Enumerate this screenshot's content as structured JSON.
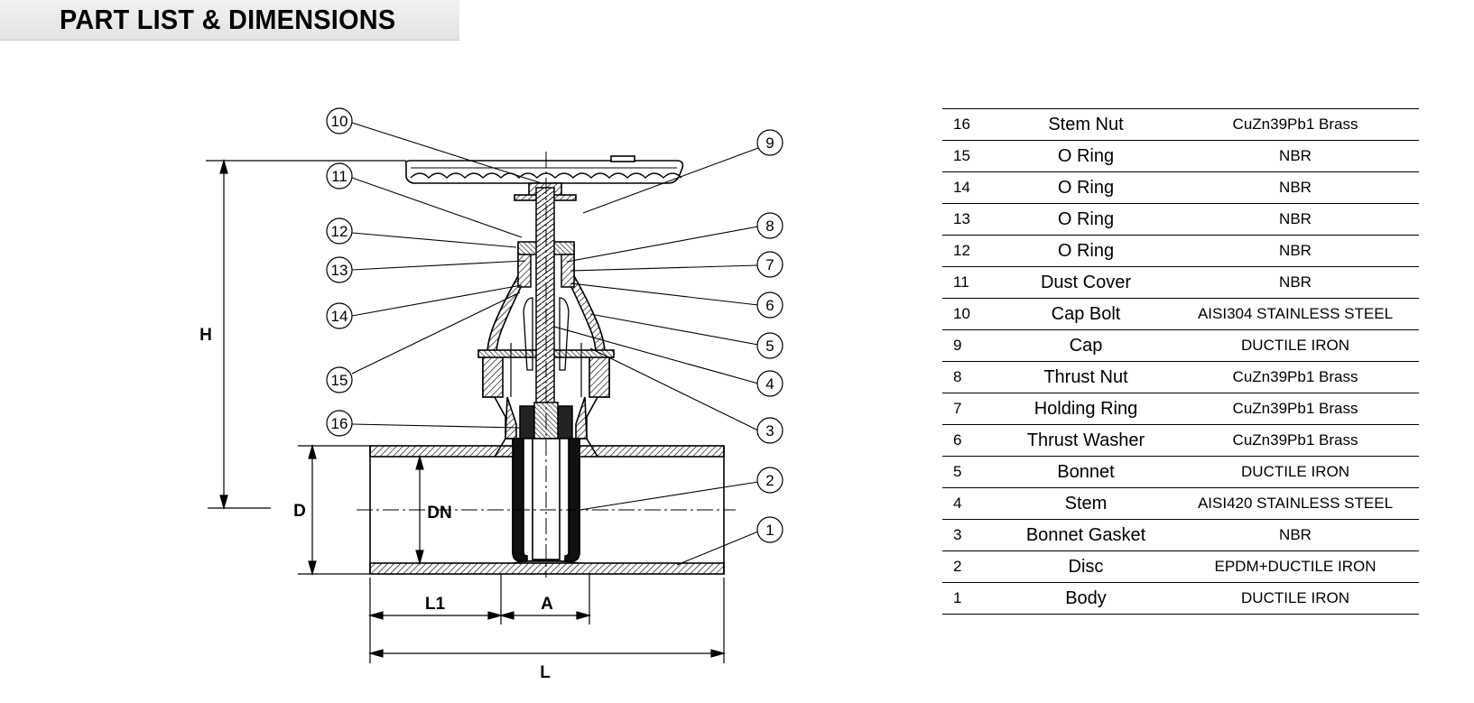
{
  "header": {
    "title": "PART LIST & DIMENSIONS"
  },
  "drawing": {
    "dimensions": {
      "H": "H",
      "D": "D",
      "DN": "DN",
      "L1": "L1",
      "A": "A",
      "L": "L"
    },
    "callouts": [
      {
        "id": "callout-10",
        "label": "10"
      },
      {
        "id": "callout-11",
        "label": "11"
      },
      {
        "id": "callout-12",
        "label": "12"
      },
      {
        "id": "callout-13",
        "label": "13"
      },
      {
        "id": "callout-14",
        "label": "14"
      },
      {
        "id": "callout-15",
        "label": "15"
      },
      {
        "id": "callout-16",
        "label": "16"
      },
      {
        "id": "callout-9",
        "label": "9"
      },
      {
        "id": "callout-8",
        "label": "8"
      },
      {
        "id": "callout-7",
        "label": "7"
      },
      {
        "id": "callout-6",
        "label": "6"
      },
      {
        "id": "callout-5",
        "label": "5"
      },
      {
        "id": "callout-4",
        "label": "4"
      },
      {
        "id": "callout-3",
        "label": "3"
      },
      {
        "id": "callout-2",
        "label": "2"
      },
      {
        "id": "callout-1",
        "label": "1"
      }
    ]
  },
  "parts": [
    {
      "no": "16",
      "name": "Stem Nut",
      "material": "CuZn39Pb1 Brass"
    },
    {
      "no": "15",
      "name": "O Ring",
      "material": "NBR"
    },
    {
      "no": "14",
      "name": "O Ring",
      "material": "NBR"
    },
    {
      "no": "13",
      "name": "O Ring",
      "material": "NBR"
    },
    {
      "no": "12",
      "name": "O Ring",
      "material": "NBR"
    },
    {
      "no": "11",
      "name": "Dust Cover",
      "material": "NBR"
    },
    {
      "no": "10",
      "name": "Cap Bolt",
      "material": "AISI304 STAINLESS STEEL"
    },
    {
      "no": "9",
      "name": "Cap",
      "material": "DUCTILE IRON"
    },
    {
      "no": "8",
      "name": "Thrust Nut",
      "material": "CuZn39Pb1 Brass"
    },
    {
      "no": "7",
      "name": "Holding Ring",
      "material": "CuZn39Pb1 Brass"
    },
    {
      "no": "6",
      "name": "Thrust Washer",
      "material": "CuZn39Pb1 Brass"
    },
    {
      "no": "5",
      "name": "Bonnet",
      "material": "DUCTILE IRON"
    },
    {
      "no": "4",
      "name": "Stem",
      "material": "AISI420 STAINLESS STEEL"
    },
    {
      "no": "3",
      "name": "Bonnet Gasket",
      "material": "NBR"
    },
    {
      "no": "2",
      "name": "Disc",
      "material": "EPDM+DUCTILE IRON"
    },
    {
      "no": "1",
      "name": "Body",
      "material": "DUCTILE IRON"
    }
  ]
}
